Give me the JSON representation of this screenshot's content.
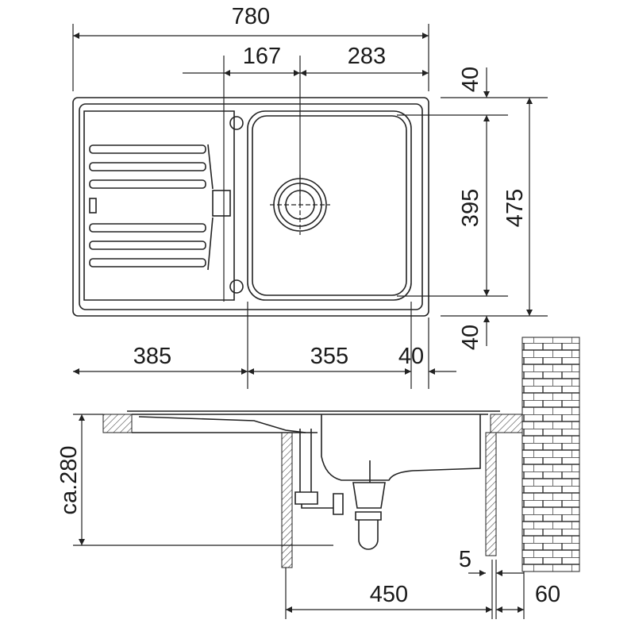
{
  "title": "Sink dimension drawing",
  "top_view": {
    "overall_width": "780",
    "left_to_drain": "167",
    "drain_to_right": "283",
    "top_margin": "40",
    "bowl_depth": "395",
    "overall_depth": "475",
    "bottom_margin": "40",
    "drainer_width": "385",
    "bowl_width": "355",
    "right_margin": "40"
  },
  "side_view": {
    "height": "ca.280",
    "cabinet_width": "450",
    "gap": "5",
    "wall_offset": "60"
  },
  "colors": {
    "line": "#222222",
    "background": "#ffffff"
  }
}
